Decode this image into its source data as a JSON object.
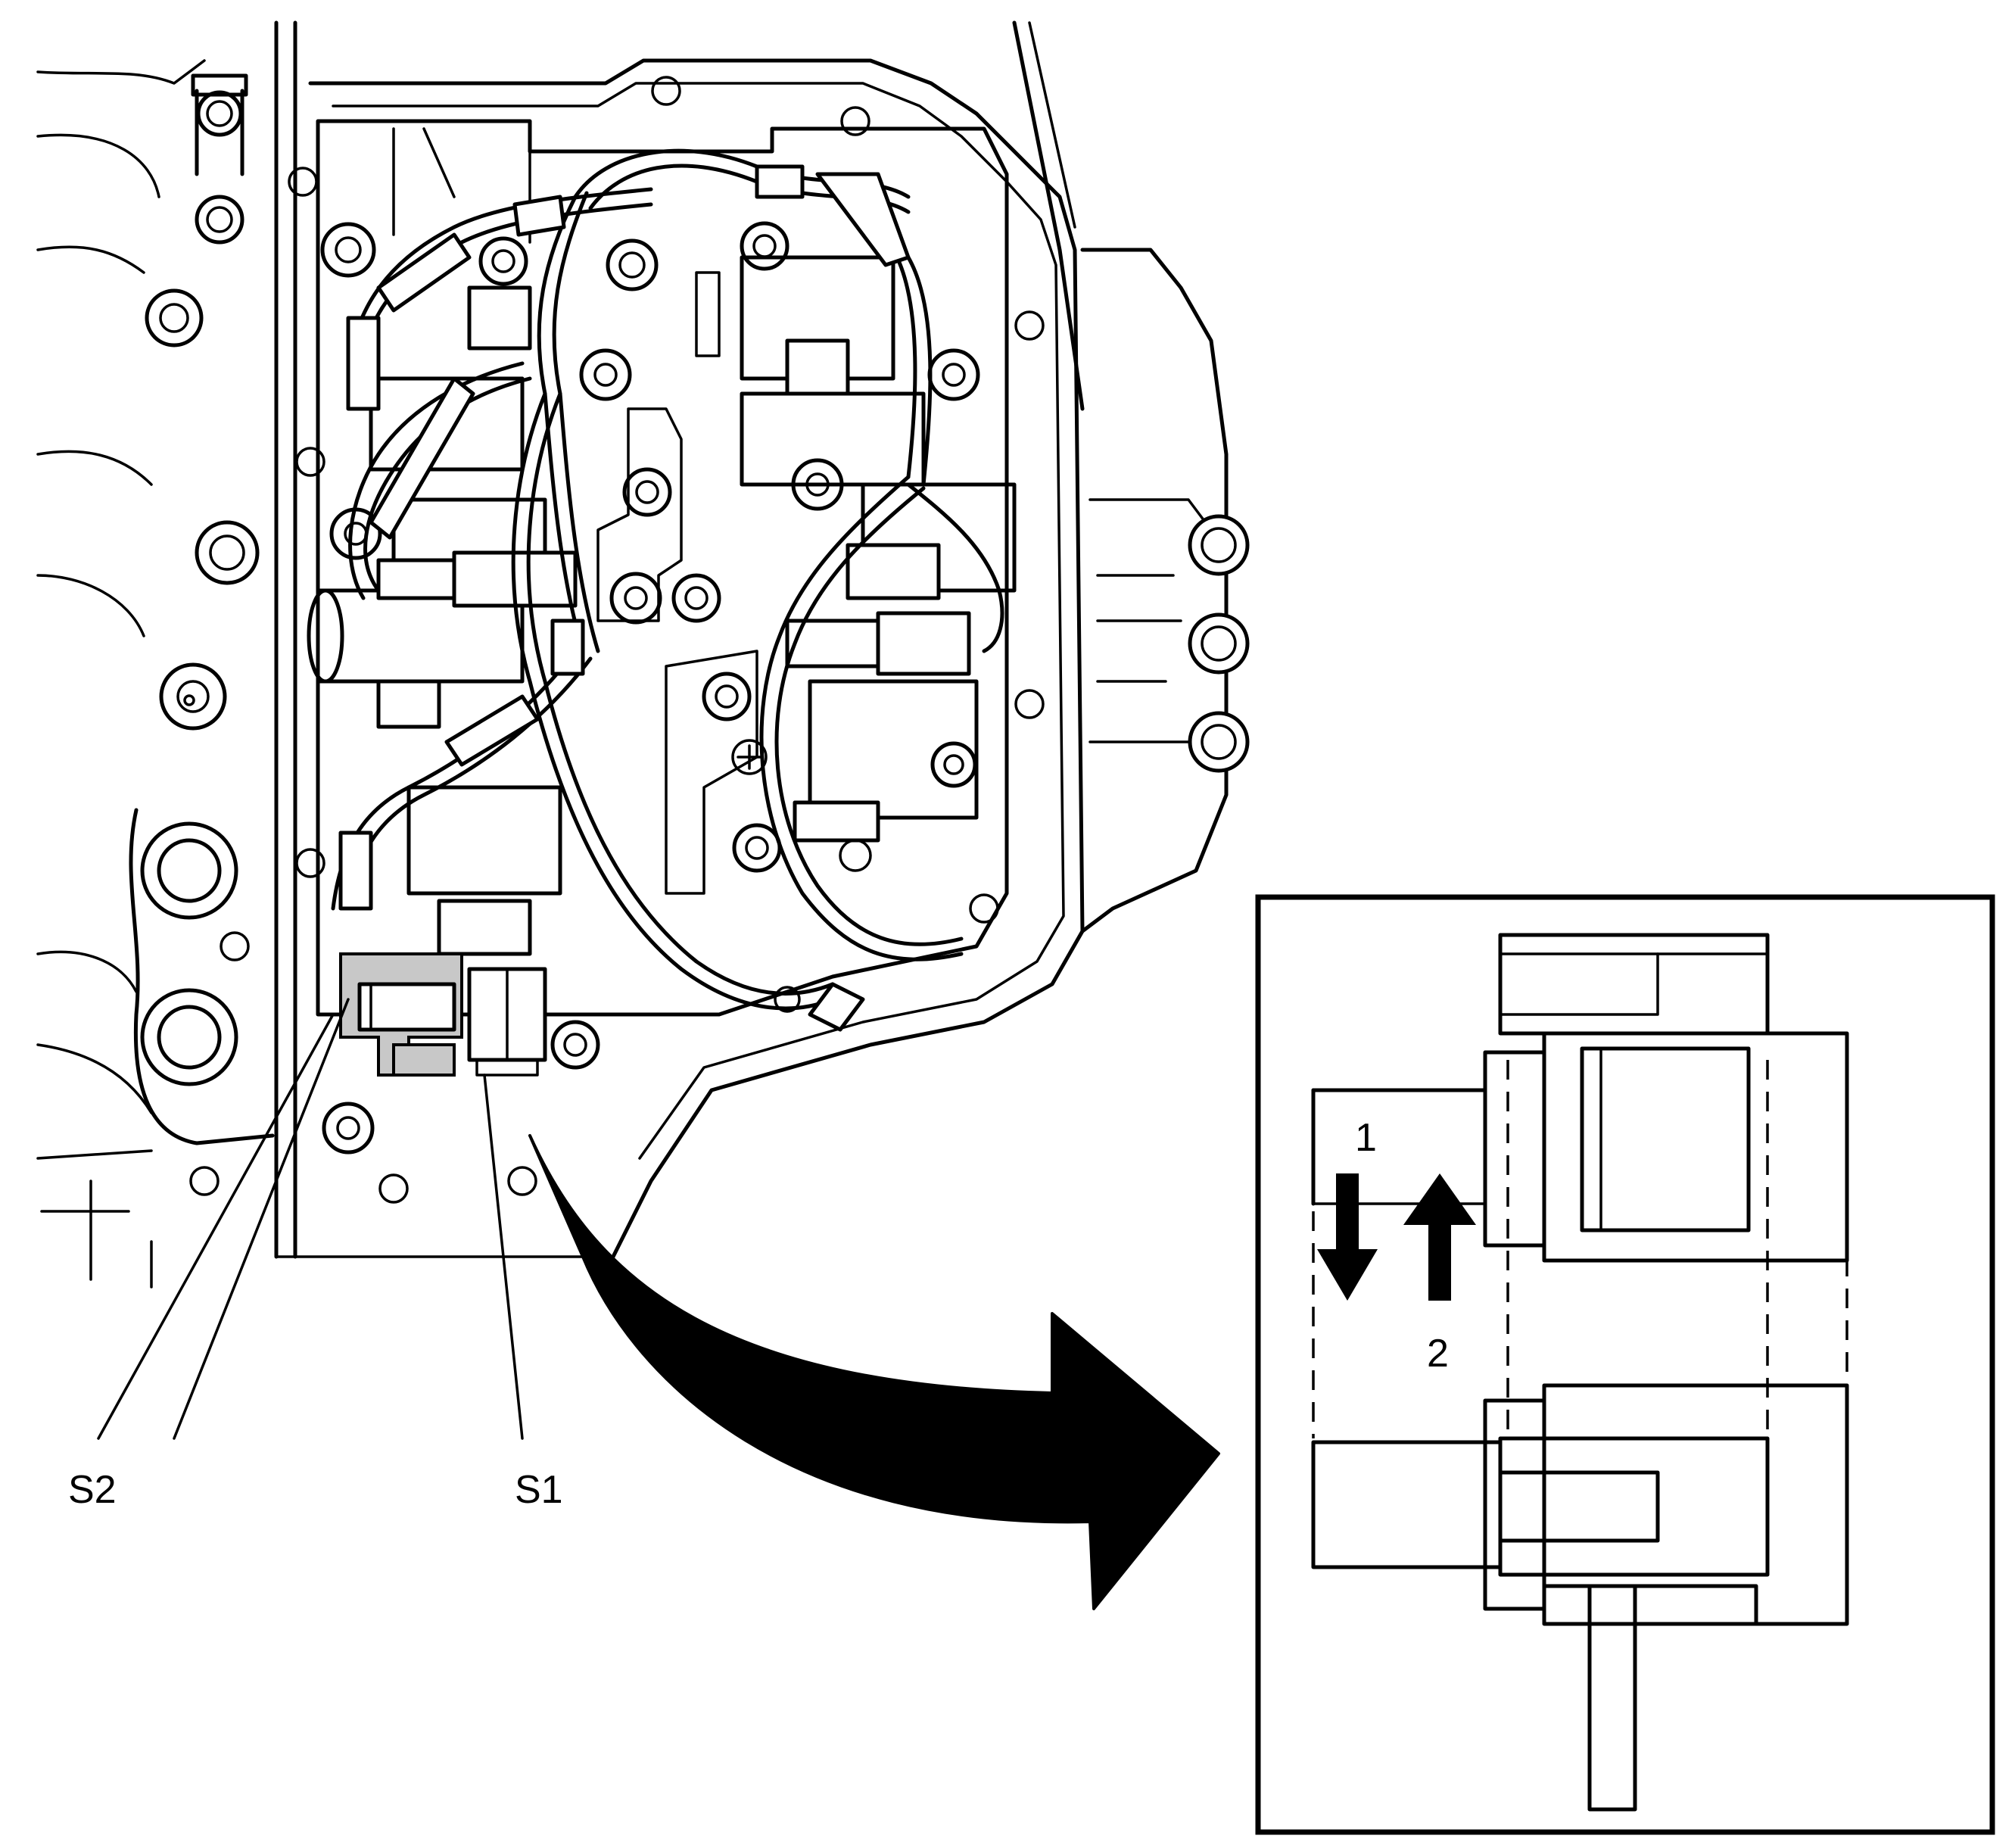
{
  "callouts": {
    "s2": "S2",
    "s1": "S1"
  },
  "detail_view": {
    "step_1": "1",
    "step_2": "2"
  },
  "colors": {
    "line": "#000000",
    "background": "#ffffff",
    "highlight": "#c8c8c8"
  }
}
